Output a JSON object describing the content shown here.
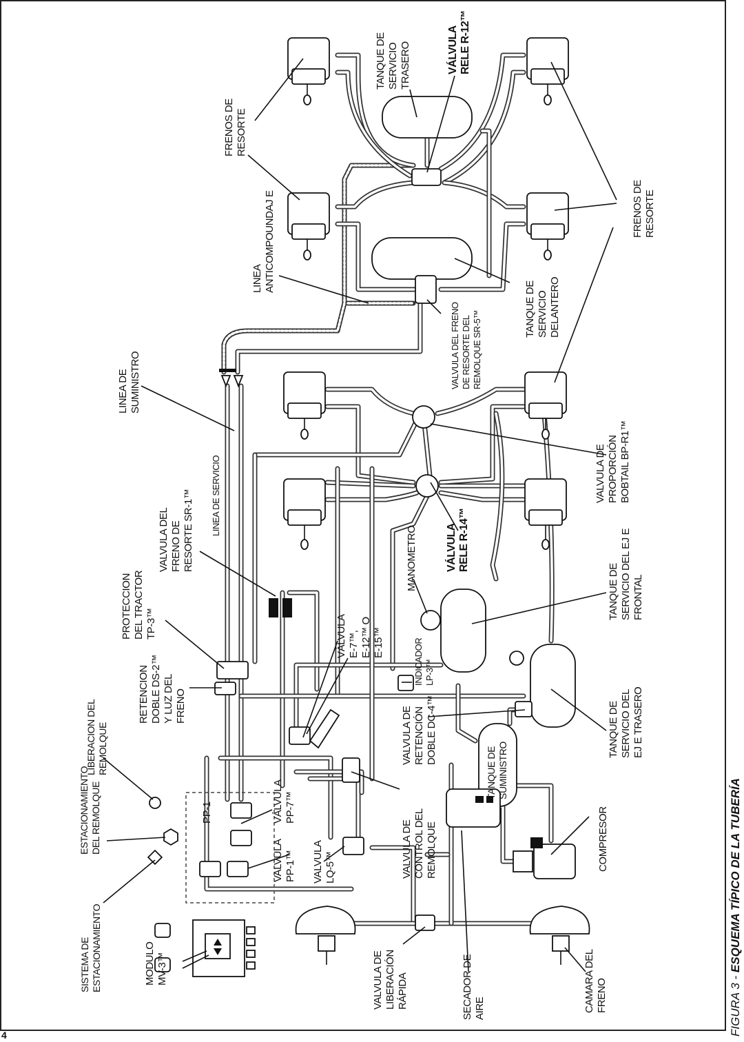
{
  "page_number": "4",
  "caption": {
    "prefix": "FIGURA 3 - ",
    "title": "ESQUEMA TÍPICO DE LA TUBERÍA"
  },
  "labels": {
    "tanque_servicio_trasero": [
      "TANQUE DE",
      "SERVICIO",
      "TRASERO"
    ],
    "valvula_rele_r12": [
      "VÁLVULA",
      "RELE R-12™"
    ],
    "frenos_resorte_top": [
      "FRENOS DE",
      "RESORTE"
    ],
    "frenos_resorte_right": [
      "FRENOS DE",
      "RESORTE"
    ],
    "linea_anticompound": [
      "LINEA",
      "ANTICOMPOUNDAJ E"
    ],
    "tanque_servicio_delantero": [
      "TANQUE DE",
      "SERVICIO",
      "DELANTERO"
    ],
    "valvula_freno_resorte_remolque": [
      "VALVULA DEL FRENO",
      "DE RESORTE DEL",
      "REMOLQUE SR-5™"
    ],
    "linea_suministro": [
      "LINEA DE",
      "SUMINISTRO"
    ],
    "linea_servicio": [
      "LINEA DE SERVICIO"
    ],
    "valvula_proporcion": [
      "VALVULA DE",
      "PROPORCIÓN",
      "BOBTAIL BP-R1™"
    ],
    "valvula_freno_resorte_sr1": [
      "VALVULA DEL",
      "FRENO DE",
      "RESORTE SR-1™"
    ],
    "valvula_rele_r14": [
      "VÁLVULA",
      "RELE R-14™"
    ],
    "manometro": [
      "MANOMETRO"
    ],
    "tanque_servicio_eje_frontal": [
      "TANQUE DE",
      "SERVICIO DEL EJ E",
      "FRONTAL"
    ],
    "proteccion_tractor": [
      "PROTECCION",
      "DEL TRACTOR",
      "TP-3™"
    ],
    "valvula_e7": [
      "VÁLVULA",
      "E-7™, ",
      "E-12™ O",
      "E-15™"
    ],
    "indicador_lp3": [
      "INDICADOR",
      "LP-3™"
    ],
    "retencion_doble_ds2": [
      "RETENCION",
      "DOBLE DS-2™",
      "Y LUZ DEL",
      "FRENO"
    ],
    "liberacion_remolque": [
      "LIBERACION DEL",
      "REMOLQUE"
    ],
    "valvula_retencion_dc4": [
      "VALVULA DE",
      "RETENCIÓN",
      "DOBLE DC-4™"
    ],
    "tanque_servicio_eje_trasero": [
      "TANQUE DE",
      "SERVICIO DEL",
      "EJ E TRASERO"
    ],
    "tanque_suministro": [
      "TANQUE DE",
      "SUMINISTRO"
    ],
    "estacionamiento_remolque": [
      "ESTACIONAMIENTO",
      "DEL REMOLQUE"
    ],
    "pp1_box": [
      "PP-1"
    ],
    "valvula_pp7": [
      "VÁLVULA",
      "PP-7™"
    ],
    "valvula_pp1": [
      "VALVULA",
      "PP-1™"
    ],
    "valvula_lq5": [
      "VALVULA",
      "LQ-5™"
    ],
    "valvula_control_remolque": [
      "VALVULA DE",
      "CONTROL DEL",
      "REMOLQUE"
    ],
    "compresor": [
      "COMPRESOR"
    ],
    "sistema_estacionamiento": [
      "SISTEMA DE",
      "ESTACIONAMIENTO"
    ],
    "modulo_mv3": [
      "MODULO",
      "MV-3™"
    ],
    "valvula_liberacion_rapida": [
      "VALVULA DE",
      "LIBERACIÓN",
      "RÁPIDA"
    ],
    "secador_aire": [
      "SECADOR DE",
      "AIRE"
    ],
    "camara_freno": [
      "CAMARA DEL",
      "FRENO"
    ]
  }
}
